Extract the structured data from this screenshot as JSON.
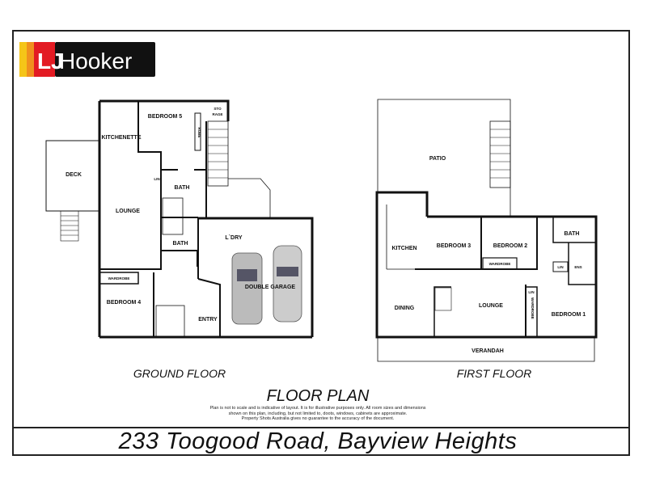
{
  "brand": {
    "logo_text": "LJ Hooker",
    "colors": {
      "yellow": "#f5c518",
      "orange": "#f0901e",
      "red": "#e31b23",
      "black": "#111111"
    }
  },
  "ground_floor": {
    "title": "GROUND FLOOR",
    "rooms": {
      "kitchenette": "KITCHENETTE",
      "bedroom5": "BEDROOM 5",
      "robe": "ROBE",
      "storage1": "STO",
      "storage2": "RAGE",
      "deck": "DECK",
      "lin": "LIN",
      "bath": "BATH",
      "lounge": "LOUNGE",
      "bath2": "BATH",
      "laundry": "L`DRY",
      "garage": "DOUBLE GARAGE",
      "wardrobe": "WARDROBE",
      "bedroom4": "BEDROOM  4",
      "entry": "ENTRY"
    }
  },
  "first_floor": {
    "title": "FIRST FLOOR",
    "rooms": {
      "patio": "PATIO",
      "kitchen": "KITCHEN",
      "bedroom3": "BEDROOM 3",
      "bedroom2": "BEDROOM 2",
      "wardrobe": "WARDROBE",
      "bath": "BATH",
      "lin": "LIN",
      "ens": "ENS",
      "dining": "DINING",
      "lounge": "LOUNGE",
      "lin2": "LIN",
      "wardrobe2": "WARDROBE",
      "bedroom1": "BEDROOM 1",
      "verandah": "VERANDAH"
    }
  },
  "title": "FLOOR PLAN",
  "disclaimer": [
    "Plan is not to scale and is indicative of layout. It is for illustrative purposes only. All room sizes and dimensions",
    "shown on this plan, including, but not limited to, doots, windows, cabinets are approximate.",
    "Property Shots Australia gives no guarantee to the accuracy of the document."
  ],
  "address": "233 Toogood Road, Bayview Heights"
}
